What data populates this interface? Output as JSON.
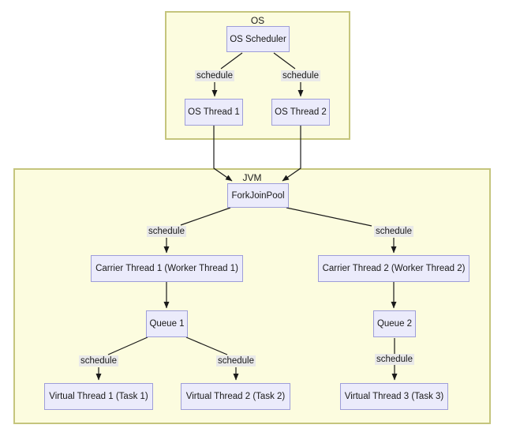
{
  "diagram": {
    "groups": {
      "os": {
        "label": "OS"
      },
      "jvm": {
        "label": "JVM"
      }
    },
    "nodes": {
      "os_scheduler": {
        "label": "OS Scheduler"
      },
      "os_thread_1": {
        "label": "OS Thread 1"
      },
      "os_thread_2": {
        "label": "OS Thread 2"
      },
      "fork_join_pool": {
        "label": "ForkJoinPool"
      },
      "carrier_1": {
        "label": "Carrier Thread 1 (Worker Thread 1)"
      },
      "carrier_2": {
        "label": "Carrier Thread 2 (Worker Thread 2)"
      },
      "queue_1": {
        "label": "Queue 1"
      },
      "queue_2": {
        "label": "Queue 2"
      },
      "virtual_1": {
        "label": "Virtual Thread 1 (Task 1)"
      },
      "virtual_2": {
        "label": "Virtual Thread 2 (Task 2)"
      },
      "virtual_3": {
        "label": "Virtual Thread 3 (Task 3)"
      }
    },
    "edge_label": "schedule",
    "colors": {
      "canvas_bg": "#FFFFFF",
      "group_fill": "#FCFCDF",
      "group_border": "#C5C57D",
      "node_fill": "#EBEBFB",
      "node_border": "#9E9ED9",
      "edge_label_bg": "#E9E9E9",
      "line": "#1A1A1A"
    }
  }
}
